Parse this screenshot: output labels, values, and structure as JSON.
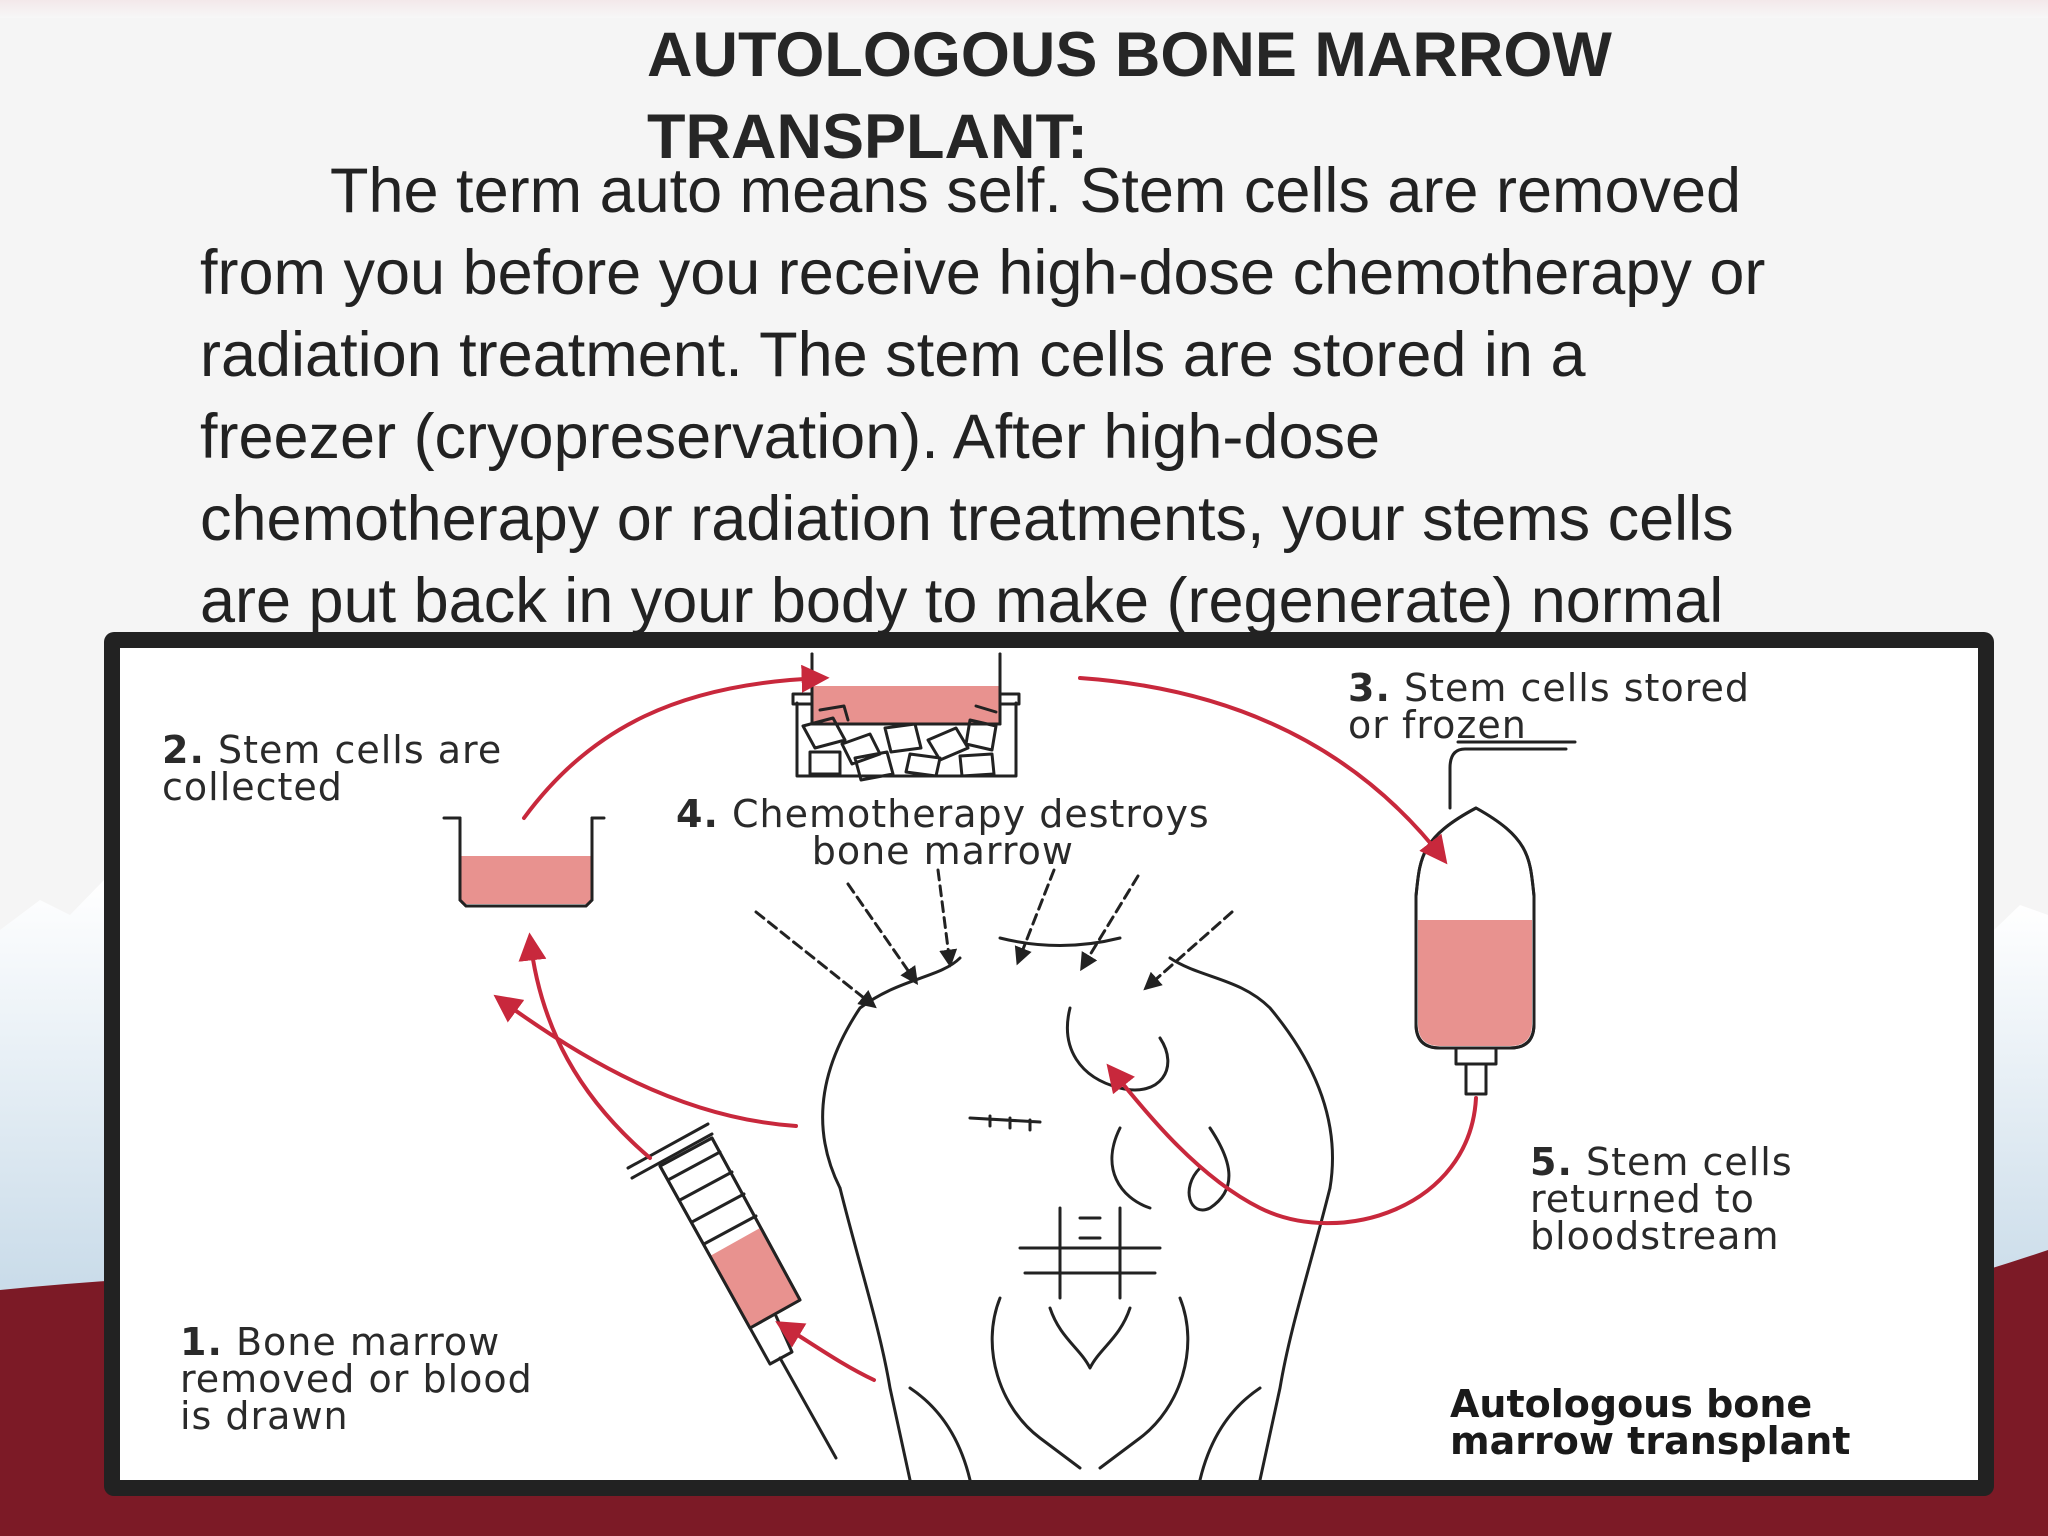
{
  "slide": {
    "title_lines": [
      "AUTOLOGOUS BONE MARROW",
      "TRANSPLANT:"
    ],
    "body_lines": [
      "The term auto means self. Stem cells are removed",
      "from you before you receive high-dose chemotherapy or",
      "radiation treatment. The stem cells are stored in a",
      "freezer (cryopreservation). After high-dose",
      "chemotherapy or radiation treatments, your stems cells",
      "are put back in your body to make (regenerate) normal"
    ]
  },
  "diagram": {
    "steps": [
      {
        "num": "1.",
        "lines": [
          "Bone marrow",
          "removed or blood",
          "is drawn"
        ]
      },
      {
        "num": "2.",
        "lines": [
          "Stem cells are",
          "collected"
        ]
      },
      {
        "num": "3.",
        "lines": [
          "Stem cells stored",
          "or frozen"
        ]
      },
      {
        "num": "4.",
        "lines": [
          "Chemotherapy destroys",
          "bone marrow"
        ]
      },
      {
        "num": "5.",
        "lines": [
          "Stem cells",
          "returned to",
          "bloodstream"
        ]
      }
    ],
    "caption_lines": [
      "Autologous bone",
      "marrow transplant"
    ],
    "colors": {
      "arrow": "#c8283c",
      "fluid": "#e8928f",
      "line": "#222222"
    }
  }
}
